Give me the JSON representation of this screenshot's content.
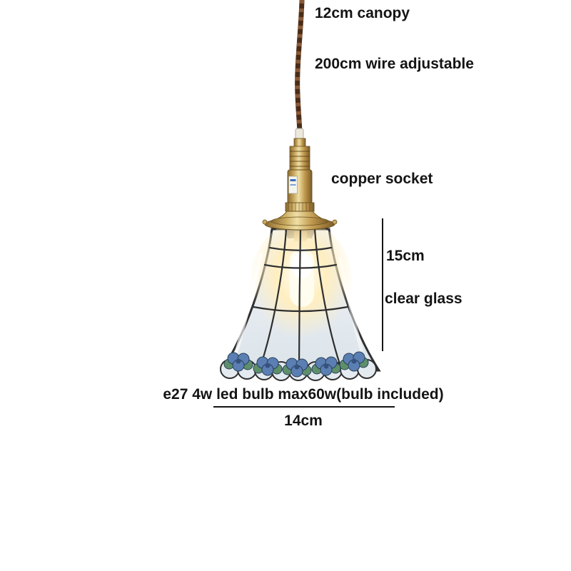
{
  "annotations": {
    "canopy": "12cm canopy",
    "wire": "200cm wire adjustable",
    "socket": "copper socket",
    "shade_height": "15cm",
    "glass": "clear glass",
    "bulb": "e27 4w led bulb max60w(bulb included)",
    "shade_width": "14cm"
  },
  "colors": {
    "background": "#ffffff",
    "text": "#141414",
    "wire_dark": "#4a2d18",
    "wire_light": "#8a5a36",
    "brass_mid": "#c8a85e",
    "glass_tint": "#e3eaf0",
    "leading": "#2f2f2f",
    "flower_blue": "#5b7fb3",
    "flower_blue_dark": "#35517e",
    "flower_green": "#5e8f6b",
    "glow": "#fff3cf"
  }
}
